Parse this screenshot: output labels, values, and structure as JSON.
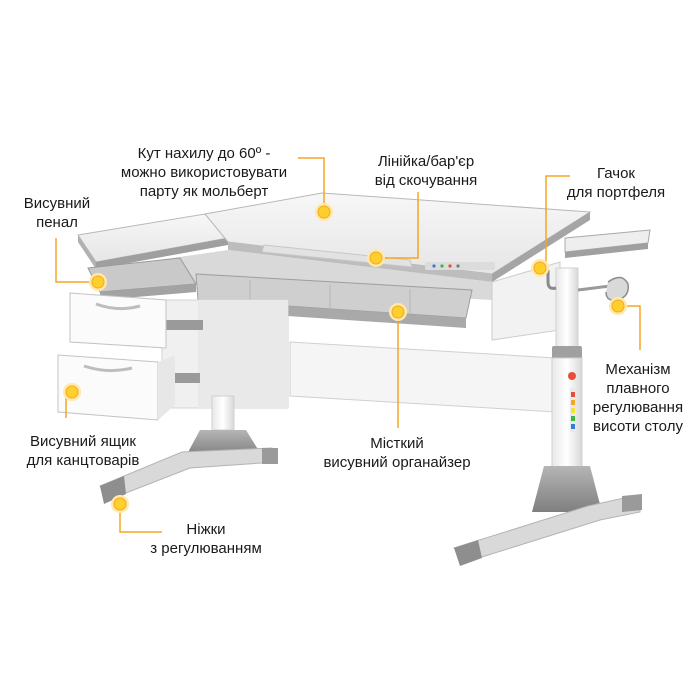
{
  "colors": {
    "accent_orange": "#f5a623",
    "marker_yellow": "#ffd21e",
    "desk_top": "#f2f2f2",
    "desk_edge": "#a9a9a9",
    "frame_white": "#f4f4f4",
    "base_gray": "#9a9a9a",
    "drawer_white": "#fafafa",
    "text": "#1a1a1a"
  },
  "labels": {
    "tilt": [
      "Кут нахилу до 60º -",
      "можно використовувати",
      "парту як мольберт"
    ],
    "ruler": [
      "Лінійка/бар'єр",
      "від скочування"
    ],
    "hook": [
      "Гачок",
      "для портфеля"
    ],
    "pencil_case": [
      "Висувний",
      "пенал"
    ],
    "mechanism": [
      "Механізм",
      "плавного",
      "регулювання",
      "висоти столу"
    ],
    "drawer": [
      "Висувний ящик",
      "для канцтоварів"
    ],
    "organizer": [
      "Місткий",
      "висувний органайзер"
    ],
    "legs": [
      "Ніжки",
      "з регулюванням"
    ]
  },
  "icons": {
    "marker": "sun-marker-icon",
    "handle": "crank-handle-icon"
  }
}
